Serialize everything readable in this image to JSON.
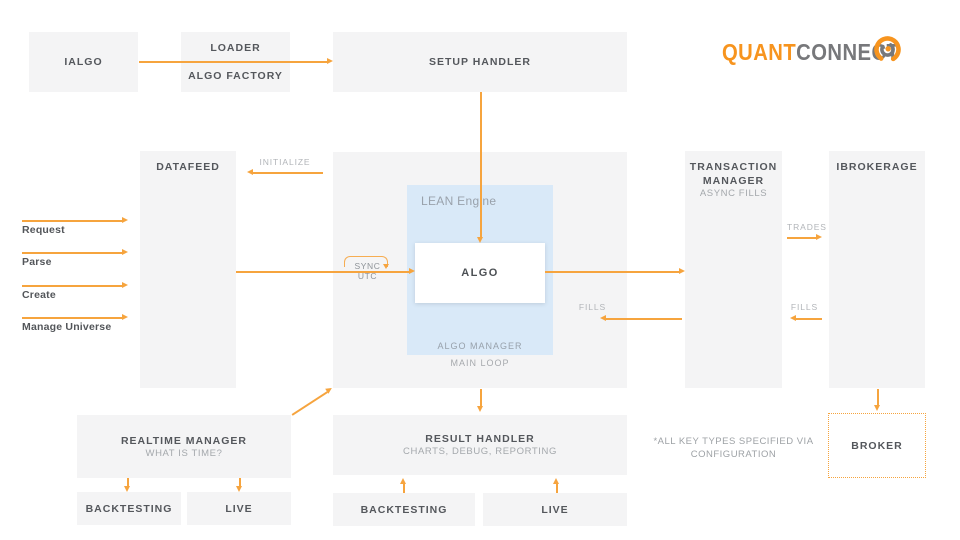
{
  "logo": {
    "part1": "QUANT",
    "part2": "CONNECT",
    "icon": "quantconnect-swirl-icon"
  },
  "nodes": {
    "ialgo": "IALGO",
    "loader_top": "LOADER",
    "loader_bottom": "ALGO FACTORY",
    "setup_handler": "SETUP HANDLER",
    "datafeed": "DATAFEED",
    "lean_engine": "LEAN Engine",
    "algo": "ALGO",
    "algo_manager": "ALGO MANAGER",
    "main_loop": "MAIN LOOP",
    "transaction_manager_line1": "TRANSACTION",
    "transaction_manager_line2": "MANAGER",
    "transaction_manager_sub": "ASYNC FILLS",
    "ibrokerage": "IBROKERAGE",
    "realtime_manager": "REALTIME MANAGER",
    "realtime_manager_sub": "WHAT IS TIME?",
    "result_handler": "RESULT HANDLER",
    "result_handler_sub": "CHARTS, DEBUG, REPORTING",
    "backtesting_left": "BACKTESTING",
    "live_left": "LIVE",
    "backtesting_center": "BACKTESTING",
    "live_center": "LIVE",
    "broker": "BROKER"
  },
  "edge_labels": {
    "initialize": "INITIALIZE",
    "sync_utc": "SYNC UTC",
    "trades": "TRADES",
    "fills_inner": "FILLS",
    "fills_outer": "FILLS"
  },
  "side_labels": [
    "Request",
    "Parse",
    "Create",
    "Manage Universe"
  ],
  "note": {
    "line1": "*ALL KEY TYPES SPECIFIED VIA",
    "line2": "CONFIGURATION"
  },
  "colors": {
    "accent_orange": "#F6A43E",
    "box_gray": "#F4F4F5",
    "lean_blue": "#D9E9F8",
    "title_gray": "#54575C",
    "subtitle_gray": "#A4A8AC",
    "logo_orange": "#F7941E",
    "logo_gray": "#77787B"
  }
}
